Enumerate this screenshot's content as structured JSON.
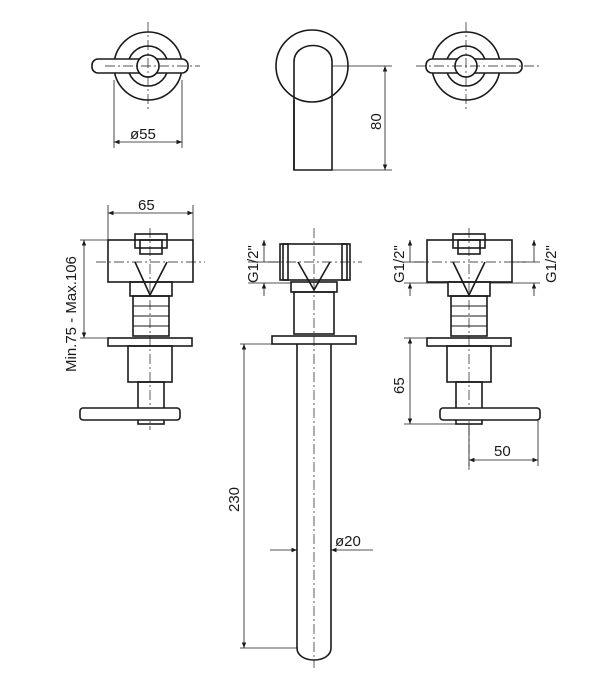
{
  "drawing": {
    "dimensions": {
      "rosette_diameter": "ø55",
      "spout_height": "80",
      "valve_width": "65",
      "wall_depth_range": "Min.75 - Max.106",
      "thread_left": "G1/2\"",
      "thread_right_a": "G1/2\"",
      "thread_right_b": "G1/2\"",
      "spout_length": "230",
      "spout_diameter": "ø20",
      "valve_depth": "65",
      "lever_length": "50"
    }
  }
}
